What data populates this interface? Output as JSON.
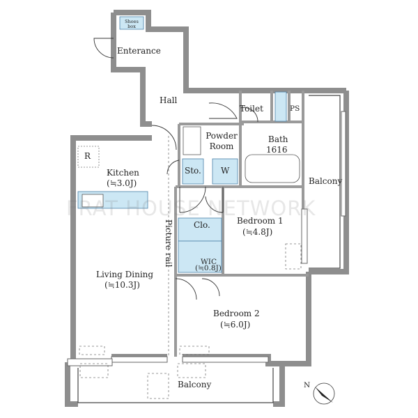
{
  "rooms": {
    "shoes_box": "Shoes box",
    "entrance": "Enterance",
    "hall": "Hall",
    "toilet": "Toilet",
    "ps": "PS",
    "powder_room": "Powder Room",
    "bath": "Bath",
    "bath_size": "1616",
    "storage": "Sto.",
    "washer": "W",
    "refrigerator": "R",
    "kitchen": "Kitchen",
    "kitchen_size": "(≒3.0J)",
    "closet": "Clo.",
    "bedroom1": "Bedroom 1",
    "bedroom1_size": "(≒4.8J)",
    "wic": "WIC",
    "wic_size": "(≒0.8J)",
    "picture_rail": "Picture rail",
    "living_dining": "Living Dining",
    "living_dining_size": "(≒10.3J)",
    "bedroom2": "Bedroom 2",
    "bedroom2_size": "(≒6.0J)",
    "balcony_east": "Balcony",
    "balcony_south": "Balcony",
    "north": "N"
  },
  "watermark": "FRAT HOUSE NETWORK",
  "colors": {
    "wall": "#909090",
    "fixture": "#cce7f4",
    "fixture_stroke": "#4a80a8"
  }
}
